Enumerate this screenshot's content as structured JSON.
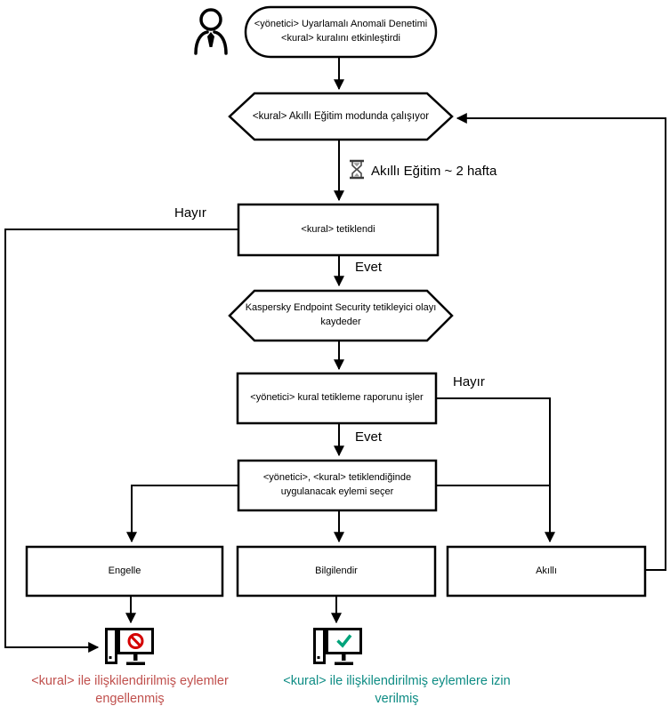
{
  "diagram_title": "Adaptive Anomaly Control rule flow (Kaspersky Endpoint Security)",
  "colors": {
    "stroke": "#000000",
    "blocked_label": "#c0504d",
    "allowed_label": "#0e8c84",
    "prohibit_icon": "#d40000",
    "check_icon": "#00a37a"
  },
  "nodes": {
    "start": "<yönetici> Uyarlamalı Anomali Denetimi\n<kural> kuralını etkinleştirdi",
    "training_mode": "<kural> Akıllı Eğitim modunda çalışıyor",
    "timer": "Akıllı Eğitim ~ 2 hafta",
    "rule_triggered": "<kural> tetiklendi",
    "log_event": "Kaspersky Endpoint Security tetikleyici olayı\nkaydeder",
    "process_report": "<yönetici> kural tetikleme raporunu işler",
    "select_action": "<yönetici>, <kural> tetiklendiğinde\nuygulanacak eylemi seçer",
    "action_block": "Engelle",
    "action_inform": "Bilgilendir",
    "action_smart": "Akıllı"
  },
  "edge_labels": {
    "no_left": "Hayır",
    "yes_after_trigger": "Evet",
    "yes_after_report": "Evet",
    "no_right": "Hayır"
  },
  "outcomes": {
    "blocked": "<kural> ile ilişkilendirilmiş eylemler\nengellenmiş",
    "allowed": "<kural> ile ilişkilendirilmiş eylemlere izin\nverilmiş"
  },
  "icons": {
    "person": "person-icon",
    "hourglass": "hourglass-icon",
    "blocked_pc": "computer-blocked-icon",
    "allowed_pc": "computer-allowed-icon"
  }
}
